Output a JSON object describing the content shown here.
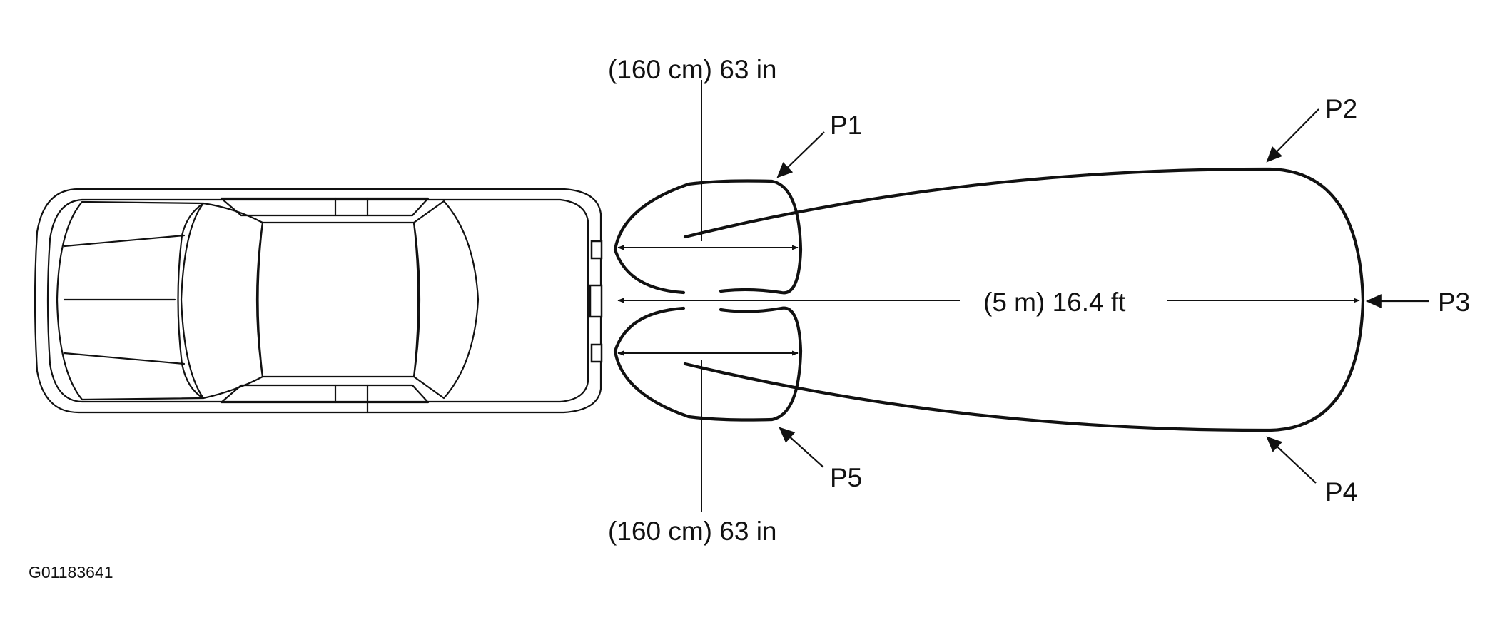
{
  "labels": {
    "top_dimension": "(160 cm) 63 in",
    "bottom_dimension": "(160 cm) 63 in",
    "center_dimension": "(5 m) 16.4 ft",
    "points": {
      "p1": "P1",
      "p2": "P2",
      "p3": "P3",
      "p4": "P4",
      "p5": "P5"
    },
    "figure_id": "G01183641"
  },
  "colors": {
    "line": "#111111",
    "background": "#ffffff"
  }
}
